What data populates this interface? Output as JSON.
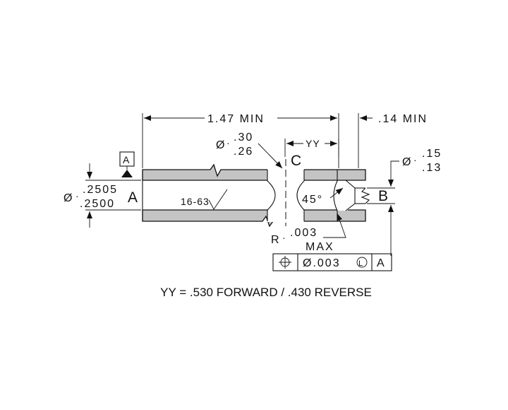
{
  "dimensions": {
    "length_min": "1.47 MIN",
    "end_min": ".14 MIN",
    "yy": "YY",
    "center_dia_symbol": "Ø",
    "center_dia_upper": ".30",
    "center_dia_lower": ".26",
    "bore_dia_symbol": "Ø",
    "bore_dia_upper": ".2505",
    "bore_dia_lower": ".2500",
    "end_dia_symbol": "Ø",
    "end_dia_upper": ".15",
    "end_dia_lower": ".13",
    "angle": "45°",
    "radius_prefix": "R",
    "radius_value": ".003",
    "radius_max": "MAX",
    "surface_finish": "16-63"
  },
  "labels": {
    "datum_a_box": "A",
    "datum_a": "A",
    "datum_b": "B",
    "datum_c": "C"
  },
  "feature_control_frame": {
    "symbol": "⌖",
    "tolerance": "Ø.003",
    "modifier": "L",
    "datum": "A"
  },
  "note": "YY =  .530 FORWARD  /  .430 REVERSE",
  "colors": {
    "wall_fill": "#c4c4c4",
    "line": "#111111",
    "background": "#ffffff"
  }
}
